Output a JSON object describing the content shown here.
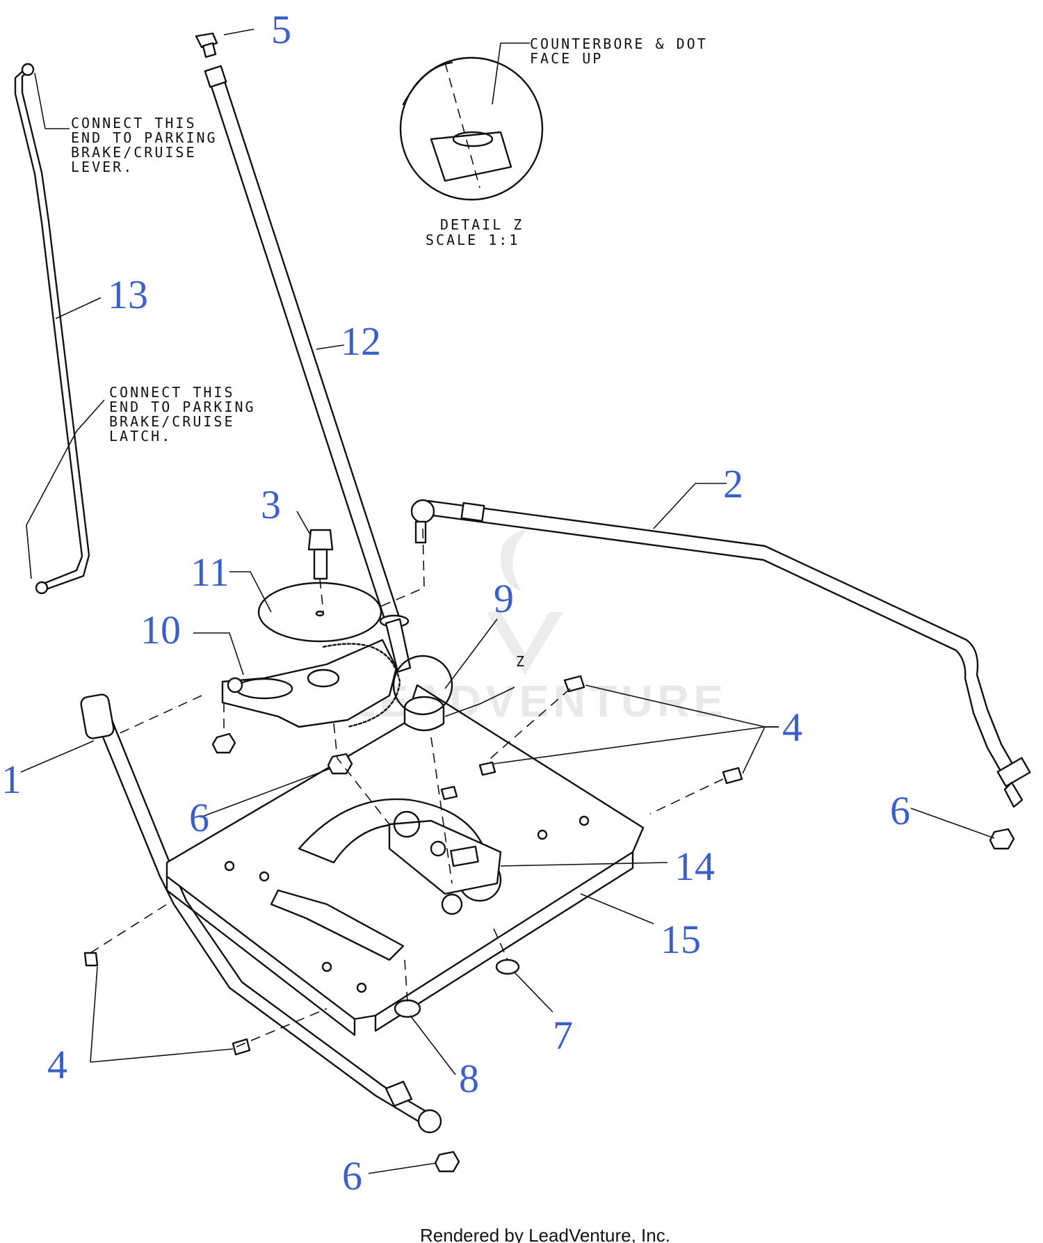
{
  "callouts": [
    "1",
    "2",
    "3",
    "4",
    "5",
    "6",
    "7",
    "8",
    "9",
    "10",
    "11",
    "12",
    "13",
    "14",
    "15"
  ],
  "detail": {
    "note": [
      "COUNTERBORE & DOT",
      "FACE UP"
    ],
    "title": "DETAIL Z",
    "scale": "SCALE 1:1",
    "ref_label": "Z"
  },
  "notes": {
    "lever_end": [
      "CONNECT THIS",
      "END TO PARKING",
      "BRAKE/CRUISE",
      "LEVER."
    ],
    "latch_end": [
      "CONNECT THIS",
      "END TO PARKING",
      "BRAKE/CRUISE",
      "LATCH."
    ]
  },
  "watermark": "LEADVENTURE",
  "footer": "Rendered by LeadVenture, Inc.",
  "colors": {
    "callout": "#3a5fc8",
    "line": "#111111",
    "watermark": "#e9e9e9"
  }
}
